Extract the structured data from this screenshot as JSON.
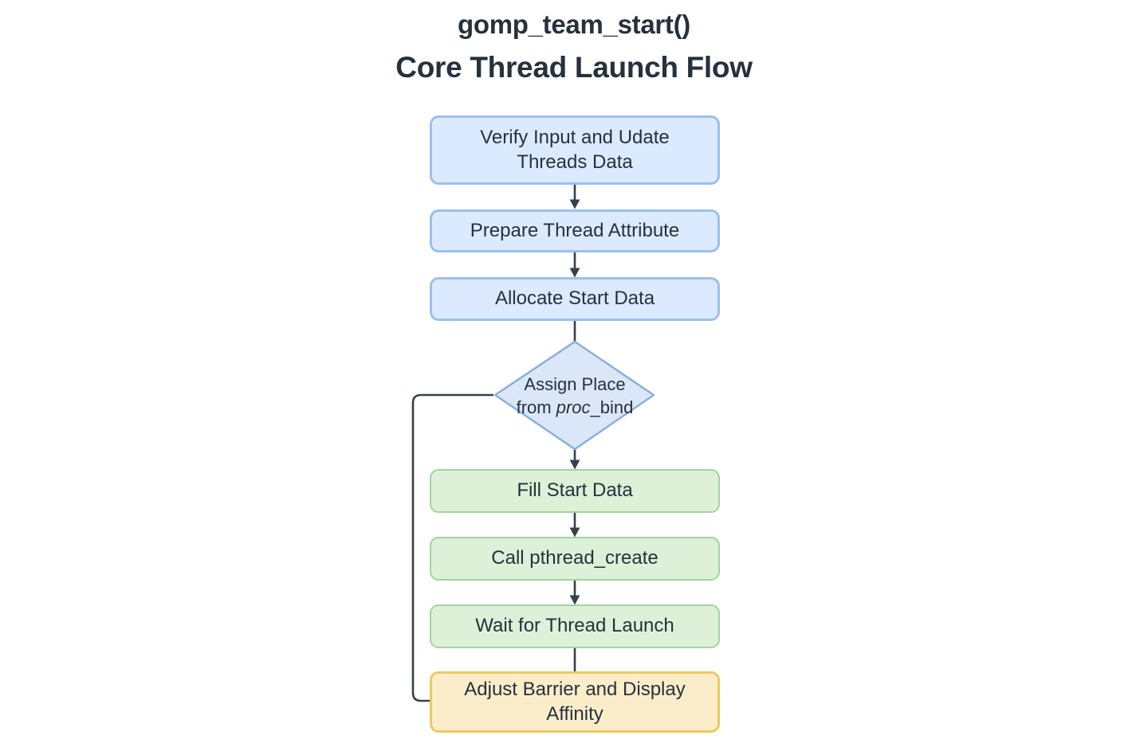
{
  "title": {
    "line1": "gomp_team_start()",
    "line2": "Core Thread Launch Flow"
  },
  "nodes": {
    "verify": {
      "label": "Verify Input and Udate\nThreads Data",
      "type": "process"
    },
    "prepare": {
      "label": "Prepare Thread Attribute",
      "type": "process"
    },
    "allocate": {
      "label": "Allocate Start Data",
      "type": "process"
    },
    "assign": {
      "line1": "Assign Place",
      "line2_prefix": "from ",
      "line2_italic": "proc",
      "line2_suffix": "_bind",
      "type": "decision"
    },
    "fill": {
      "label": "Fill Start Data",
      "type": "step"
    },
    "create": {
      "label": "Call pthread_create",
      "type": "step"
    },
    "wait": {
      "label": "Wait for Thread Launch",
      "type": "step"
    },
    "adjust": {
      "label": "Adjust Barrier and Display\nAffinity",
      "type": "terminal"
    }
  },
  "edges": [
    {
      "from": "verify",
      "to": "prepare",
      "arrowhead": true
    },
    {
      "from": "prepare",
      "to": "allocate",
      "arrowhead": true
    },
    {
      "from": "allocate",
      "to": "assign",
      "arrowhead": false
    },
    {
      "from": "assign",
      "to": "fill",
      "arrowhead": true
    },
    {
      "from": "fill",
      "to": "create",
      "arrowhead": true
    },
    {
      "from": "create",
      "to": "wait",
      "arrowhead": true
    },
    {
      "from": "wait",
      "to": "adjust",
      "arrowhead": false
    },
    {
      "from": "adjust",
      "to": "assign",
      "arrowhead": false,
      "kind": "loop-back"
    }
  ],
  "colors": {
    "background": "#ffffff",
    "text": "#26313d",
    "connector": "#36414d",
    "process_fill": "#dbeafe",
    "process_border": "#9cc0ee",
    "decision_fill": "#dbe7f9",
    "decision_border": "#88aedd",
    "step_fill": "#ddf0d8",
    "step_border": "#a3d49e",
    "terminal_fill": "#fcedca",
    "terminal_border": "#ecca60"
  }
}
